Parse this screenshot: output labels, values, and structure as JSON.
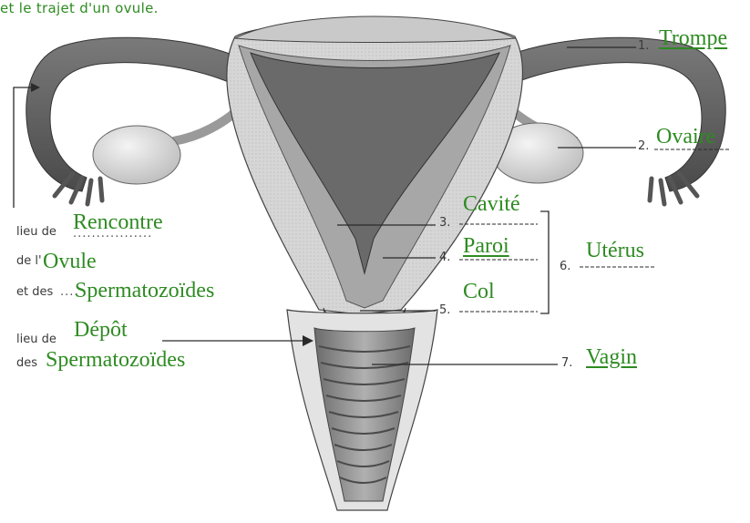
{
  "instruction_fragment": "et le trajet d'un ovule.",
  "labels": {
    "n1": "1.",
    "trompe": "Trompe",
    "n2": "2.",
    "ovaire": "Ovaire",
    "n3": "3.",
    "cavite": "Cavité",
    "n4": "4.",
    "paroi": "Paroi",
    "n5": "5.",
    "col": "Col",
    "n6": "6.",
    "uterus": "Utérus",
    "n7": "7.",
    "vagin": "Vagin"
  },
  "left_notes": {
    "lieu_de_1": "lieu de",
    "rencontre": "Rencontre",
    "de_l": "de l'",
    "ovule": "Ovule",
    "et_des": "et des",
    "spermatozoides_1": "Spermatozoïdes",
    "lieu_de_2": "lieu de",
    "depot": "Dépôt",
    "des": "des",
    "spermatozoides_2": "Spermatozoïdes"
  },
  "colors": {
    "answer_green": "#2e8b22",
    "organ_dark": "#6a6a6a",
    "organ_light": "#cfcfcf",
    "line": "#2a2a2a"
  }
}
